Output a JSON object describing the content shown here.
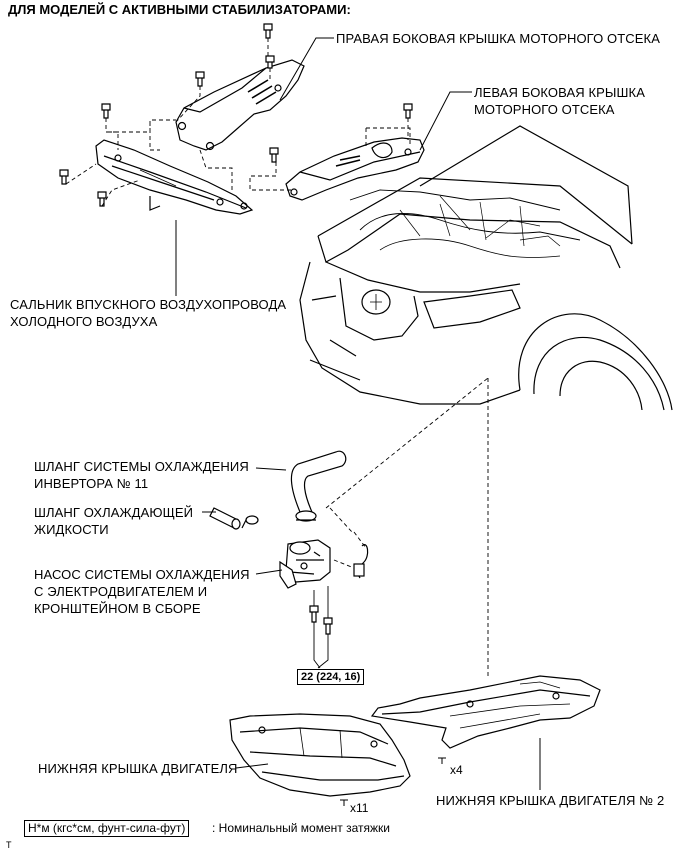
{
  "header": "ДЛЯ МОДЕЛЕЙ С АКТИВНЫМИ СТАБИЛИЗАТОРАМИ:",
  "labels": {
    "right_cover": "ПРАВАЯ БОКОВАЯ КРЫШКА МОТОРНОГО ОТСЕКА",
    "left_cover_1": "ЛЕВАЯ БОКОВАЯ КРЫШКА",
    "left_cover_2": "МОТОРНОГО ОТСЕКА",
    "seal_1": "САЛЬНИК ВПУСКНОГО ВОЗДУХОПРОВОДА",
    "seal_2": "ХОЛОДНОГО ВОЗДУХА",
    "inv_hose_1": "ШЛАНГ СИСТЕМЫ ОХЛАЖДЕНИЯ",
    "inv_hose_2": "ИНВЕРТОРА № 11",
    "coolant_hose_1": "ШЛАНГ ОХЛАЖДАЮЩЕЙ",
    "coolant_hose_2": "ЖИДКОСТИ",
    "pump_1": "НАСОС СИСТЕМЫ ОХЛАЖДЕНИЯ",
    "pump_2": "С ЭЛЕКТРОДВИГАТЕЛЕМ И",
    "pump_3": "КРОНШТЕЙНОМ В СБОРЕ",
    "lower_cover": "НИЖНЯЯ КРЫШКА ДВИГАТЕЛЯ",
    "lower_cover_2": "НИЖНЯЯ КРЫШКА ДВИГАТЕЛЯ № 2"
  },
  "torque": "22 (224, 16)",
  "counts": {
    "x4": "x4",
    "x11": "x11"
  },
  "legend": {
    "box": "Н*м (кгс*см, фунт-сила-фут)",
    "text": ": Номинальный момент затяжки"
  },
  "corner_mark": "T"
}
